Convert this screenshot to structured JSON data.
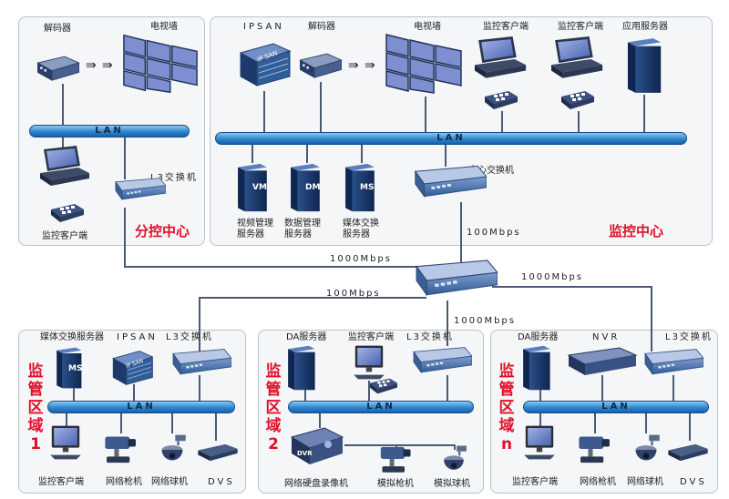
{
  "branch_center": {
    "decoder_label": "解码器",
    "tvwall_label": "电视墙",
    "lan_label": "LAN",
    "client_label": "监控客户端",
    "switch_label": "L3交换机",
    "title": "分控中心"
  },
  "monitor_center": {
    "ipsan_label": "IPSAN",
    "decoder_label": "解码器",
    "tvwall_label": "电视墙",
    "client1_label": "监控客户端",
    "client2_label": "监控客户端",
    "appserver_label": "应用服务器",
    "lan_label": "LAN",
    "vm_label": "视频管理服务器",
    "dm_label": "数据管理服务器",
    "ms_label": "媒体交换服务器",
    "core_switch_label": "中心交换机",
    "speed_label": "100Mbps",
    "title": "监控中心",
    "vm_badge": "VM",
    "dm_badge": "DM",
    "ms_badge": "MS",
    "ipsan_badge": "IP SAN"
  },
  "links": {
    "speed_branch": "1000Mbps",
    "speed_zone1": "100Mbps",
    "speed_zonen": "1000Mbps",
    "speed_zone2": "1000Mbps"
  },
  "zone1": {
    "ms_label": "媒体交换服务器",
    "ipsan_label": "IPSAN",
    "switch_label": "L3交换机",
    "lan_label": "LAN",
    "title": "监管区域1",
    "client_label": "监控客户端",
    "gun_label": "网络枪机",
    "dome_label": "网络球机",
    "dvs_label": "DVS",
    "ms_badge": "MS",
    "ipsan_badge": "IP SAN"
  },
  "zone2": {
    "da_label": "DA服务器",
    "client_label": "监控客户端",
    "switch_label": "L3交换机",
    "lan_label": "LAN",
    "title": "监管区域2",
    "nvr_label": "网络硬盘录像机",
    "analog_gun_label": "模拟枪机",
    "analog_dome_label": "模拟球机",
    "dvr_badge": "DVR"
  },
  "zonen": {
    "da_label": "DA服务器",
    "nvr_label": "NVR",
    "switch_label": "L3交换机",
    "lan_label": "LAN",
    "title": "监管区域n",
    "client_label": "监控客户端",
    "gun_label": "网络枪机",
    "dome_label": "网络球机",
    "dvs_label": "DVS"
  },
  "colors": {
    "accent_red": "#e0102a",
    "lan_blue": "#2e86cf",
    "device_blue": "#2f5d9a"
  }
}
